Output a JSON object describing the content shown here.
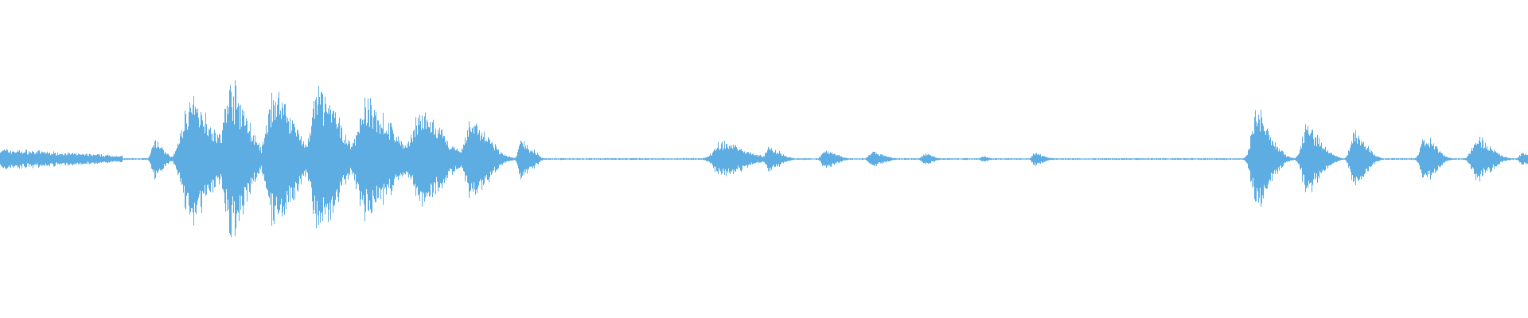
{
  "waveform": {
    "color": "#5dade2",
    "background": "#ffffff",
    "baseline": 0.01,
    "segments": [
      {
        "type": "sustain",
        "t0": 0.0,
        "t1": 0.08,
        "a0": 0.13,
        "a1": 0.04
      },
      {
        "type": "burst",
        "t": 0.101,
        "peak": 0.24,
        "width": 0.003
      },
      {
        "type": "burst",
        "t": 0.124,
        "peak": 0.76,
        "width": 0.008
      },
      {
        "type": "burst",
        "t": 0.15,
        "peak": 0.95,
        "width": 0.006
      },
      {
        "type": "burst",
        "t": 0.179,
        "peak": 0.86,
        "width": 0.007
      },
      {
        "type": "burst",
        "t": 0.208,
        "peak": 0.88,
        "width": 0.007
      },
      {
        "type": "burst",
        "t": 0.239,
        "peak": 0.72,
        "width": 0.009
      },
      {
        "type": "burst",
        "t": 0.274,
        "peak": 0.58,
        "width": 0.008
      },
      {
        "type": "burst",
        "t": 0.308,
        "peak": 0.5,
        "width": 0.006
      },
      {
        "type": "burst",
        "t": 0.341,
        "peak": 0.25,
        "width": 0.003
      },
      {
        "type": "burst",
        "t": 0.348,
        "peak": 0.12,
        "width": 0.002
      },
      {
        "type": "burst",
        "t": 0.472,
        "peak": 0.22,
        "width": 0.008
      },
      {
        "type": "burst",
        "t": 0.503,
        "peak": 0.15,
        "width": 0.004
      },
      {
        "type": "burst",
        "t": 0.54,
        "peak": 0.11,
        "width": 0.004
      },
      {
        "type": "burst",
        "t": 0.571,
        "peak": 0.09,
        "width": 0.004
      },
      {
        "type": "burst",
        "t": 0.605,
        "peak": 0.07,
        "width": 0.003
      },
      {
        "type": "burst",
        "t": 0.643,
        "peak": 0.04,
        "width": 0.002
      },
      {
        "type": "burst",
        "t": 0.677,
        "peak": 0.08,
        "width": 0.003
      },
      {
        "type": "burst",
        "t": 0.822,
        "peak": 0.62,
        "width": 0.005
      },
      {
        "type": "burst",
        "t": 0.855,
        "peak": 0.42,
        "width": 0.005
      },
      {
        "type": "burst",
        "t": 0.886,
        "peak": 0.36,
        "width": 0.004
      },
      {
        "type": "burst",
        "t": 0.932,
        "peak": 0.29,
        "width": 0.004
      },
      {
        "type": "burst",
        "t": 0.966,
        "peak": 0.28,
        "width": 0.005
      },
      {
        "type": "burst",
        "t": 0.996,
        "peak": 0.08,
        "width": 0.003
      }
    ]
  }
}
